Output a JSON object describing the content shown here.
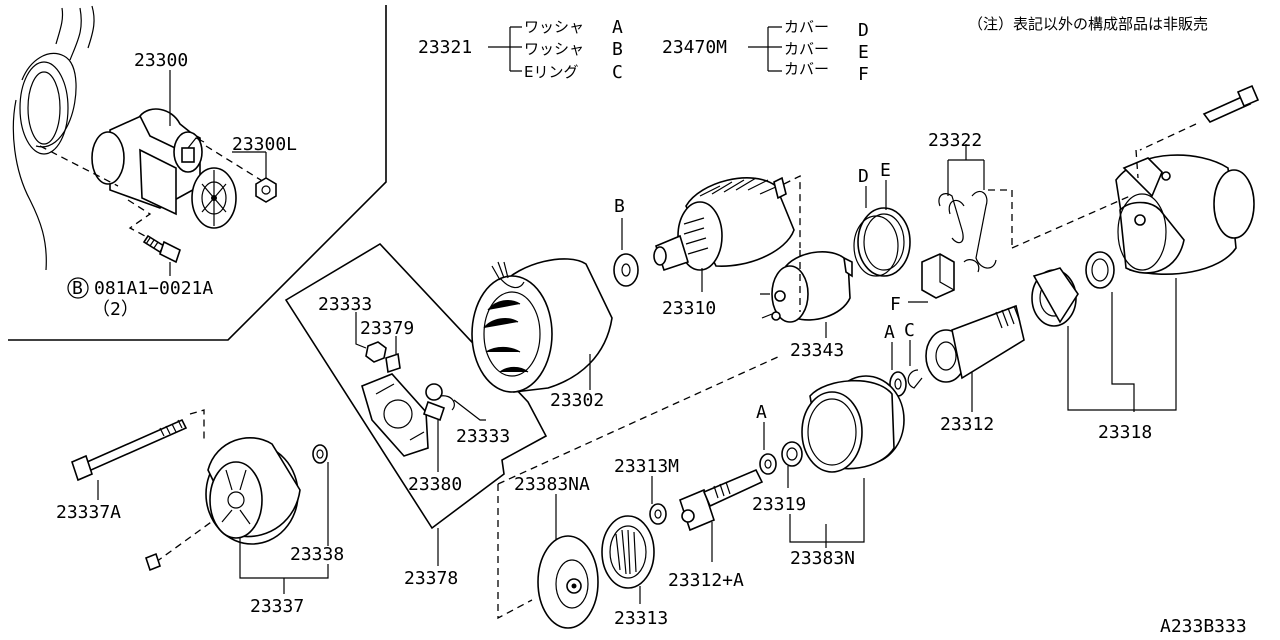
{
  "note": "（注）表記以外の構成部品は非販売",
  "drawing_code": "A233B333",
  "legend_left": {
    "part": "23321",
    "items": [
      {
        "name": "ワッシャ",
        "letter": "A"
      },
      {
        "name": "ワッシャ",
        "letter": "B"
      },
      {
        "name": "Eリング",
        "letter": "C"
      }
    ]
  },
  "legend_right": {
    "part": "23470M",
    "items": [
      {
        "name": "カバー",
        "letter": "D"
      },
      {
        "name": "カバー",
        "letter": "E"
      },
      {
        "name": "カバー",
        "letter": "F"
      }
    ]
  },
  "inset": {
    "starter": "23300",
    "nut": "23300L",
    "bolt_circle": "B",
    "bolt_number": "081A1−0021A",
    "bolt_qty": "（2）"
  },
  "parts": {
    "p23302": "23302",
    "p23310": "23310",
    "p23343": "23343",
    "p23312": "23312",
    "p23318": "23318",
    "p23322": "23322",
    "p23333a": "23333",
    "p23379": "23379",
    "p23333b": "23333",
    "p23380": "23380",
    "p23378": "23378",
    "p23337a": "23337A",
    "p23338": "23338",
    "p23337": "23337",
    "p23383na": "23383NA",
    "p23313m": "23313M",
    "p23313": "23313",
    "p23312a": "23312+A",
    "p23319": "23319",
    "p23383n": "23383N"
  },
  "letters": {
    "b": "B",
    "d": "D",
    "e": "E",
    "f": "F",
    "a1": "A",
    "c": "C",
    "a2": "A"
  }
}
